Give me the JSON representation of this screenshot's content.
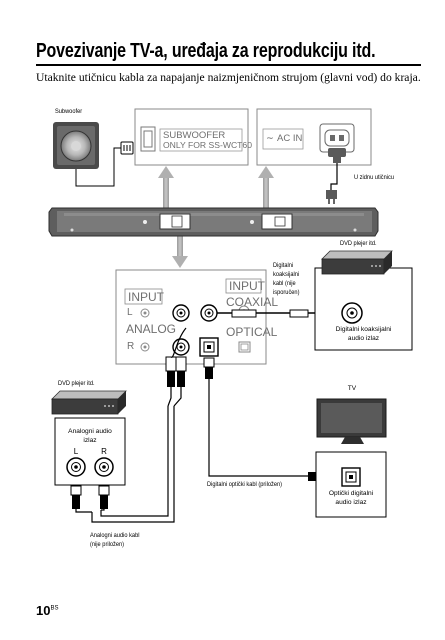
{
  "page": {
    "title": "Povezivanje TV-a, uređaja za reprodukciju itd.",
    "intro": "Utaknite utičnicu kabla za napajanje naizmjeničnom strujom (glavni vod) do kraja.",
    "page_number": "10",
    "page_suffix": "BS"
  },
  "labels": {
    "subwoofer": "Subwoofer",
    "wall_outlet": "U zidnu utičnicu",
    "dvd_player_top": "DVD plejer itd.",
    "coax_cable_1": "Digitalni",
    "coax_cable_2": "koaksijalni",
    "coax_cable_3": "kabl (nije",
    "coax_cable_4": "isporučen)",
    "coax_out_1": "Digitalni koaksijalni",
    "coax_out_2": "audio izlaz",
    "dvd_player_left": "DVD plejer itd.",
    "analog_out_1": "Analogni audio",
    "analog_out_2": "izlaz",
    "jack_l": "L",
    "jack_r": "R",
    "tv": "TV",
    "optical_cable": "Digitalni optički kabl (priložen)",
    "optical_out_1": "Optički digitalni",
    "optical_out_2": "audio izlaz",
    "analog_cable_1": "Analogni audio kabl",
    "analog_cable_2": "(nije priložen)"
  },
  "panel": {
    "sub_line1": "SUBWOOFER",
    "sub_line2": "ONLY FOR SS-WCT60",
    "ac_in": "AC IN",
    "ac_symbol": "∼",
    "input1": "INPUT",
    "input2": "INPUT",
    "l": "L",
    "r": "R",
    "analog": "ANALOG",
    "coaxial": "COAXIAL",
    "optical": "OPTICAL"
  }
}
